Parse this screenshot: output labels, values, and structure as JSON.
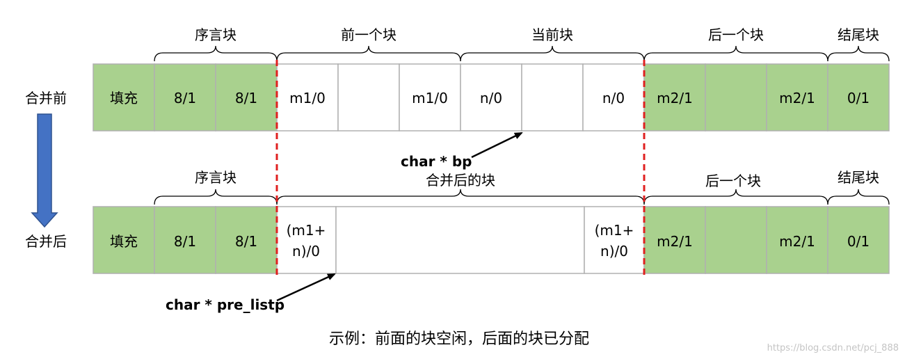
{
  "colors": {
    "green_fill": "#a9d18e",
    "white_fill": "#ffffff",
    "cell_border": "#b0b0b0",
    "dashed_divider": "#e02020",
    "arrow_blue": "#4472c4",
    "arrow_blue_border": "#2f528f",
    "text": "#000000"
  },
  "row_labels": {
    "before": "合并前",
    "after": "合并后"
  },
  "before": {
    "groups": {
      "prologue": "序言块",
      "previous": "前一个块",
      "current": "当前块",
      "next": "后一个块",
      "epilogue": "结尾块"
    },
    "cells": {
      "padding": "填充",
      "prologue_header": "8/1",
      "prologue_footer": "8/1",
      "prev_header": "m1/0",
      "prev_middle": "",
      "prev_footer": "m1/0",
      "cur_header": "n/0",
      "cur_middle": "",
      "cur_footer": "n/0",
      "next_header": "m2/1",
      "next_middle": "",
      "next_footer": "m2/1",
      "epilogue": "0/1"
    },
    "pointer": "char * bp"
  },
  "after": {
    "groups": {
      "prologue": "序言块",
      "merged": "合并后的块",
      "next": "后一个块",
      "epilogue": "结尾块"
    },
    "cells": {
      "padding": "填充",
      "prologue_header": "8/1",
      "prologue_footer": "8/1",
      "merged_header_line1": "(m1+",
      "merged_header_line2": "n)/0",
      "merged_middle": "",
      "merged_footer_line1": "(m1+",
      "merged_footer_line2": "n)/0",
      "next_header": "m2/1",
      "next_middle": "",
      "next_footer": "m2/1",
      "epilogue": "0/1"
    },
    "pointer": "char * pre_listp"
  },
  "caption": "示例：前面的块空闲，后面的块已分配",
  "watermark": "https://blog.csdn.net/pcj_888"
}
